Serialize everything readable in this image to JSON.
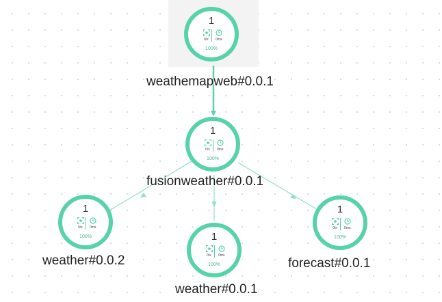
{
  "colors": {
    "node_ring": "#57d3a9",
    "edge": "#8fe0c4",
    "edge_main": "#5fcfa9",
    "text": "#222222",
    "percent_text": "#45b891"
  },
  "icons": {
    "throughput": "scan-frame-icon",
    "latency": "clock-icon"
  },
  "nodes": [
    {
      "id": "weathemapweb",
      "label": "weathemapweb#0.0.1",
      "count": "1",
      "rate": "0/s",
      "latency": "0ms",
      "percent": "100%"
    },
    {
      "id": "fusionweather",
      "label": "fusionweather#0.0.1",
      "count": "1",
      "rate": "0/s",
      "latency": "0ms",
      "percent": "100%"
    },
    {
      "id": "weather002",
      "label": "weather#0.0.2",
      "count": "1",
      "rate": "0/s",
      "latency": "0ms",
      "percent": "100%"
    },
    {
      "id": "weather001",
      "label": "weather#0.0.1",
      "count": "1",
      "rate": "0/s",
      "latency": "0ms",
      "percent": "100%"
    },
    {
      "id": "forecast",
      "label": "forecast#0.0.1",
      "count": "1",
      "rate": "0/s",
      "latency": "0ms",
      "percent": "100%"
    }
  ],
  "edges": [
    {
      "from": "weathemapweb",
      "to": "fusionweather"
    },
    {
      "from": "fusionweather",
      "to": "weather002"
    },
    {
      "from": "fusionweather",
      "to": "weather001"
    },
    {
      "from": "fusionweather",
      "to": "forecast"
    }
  ]
}
